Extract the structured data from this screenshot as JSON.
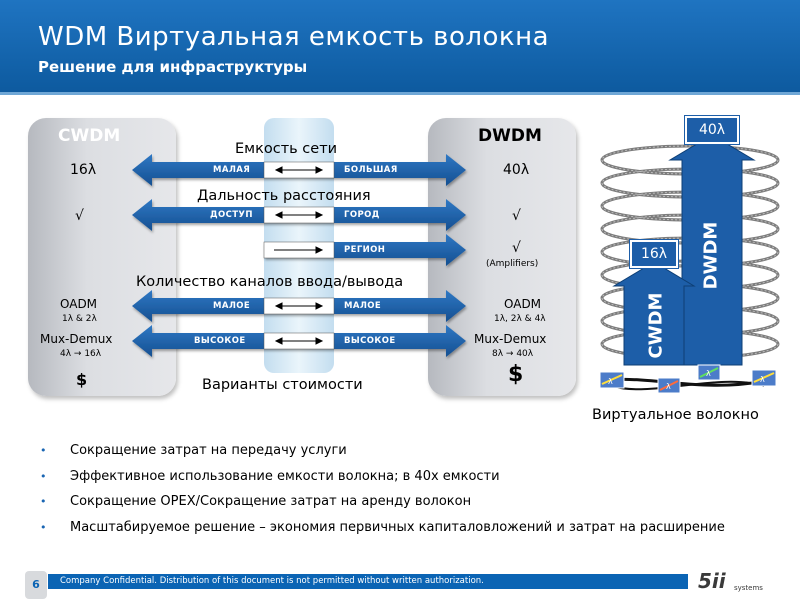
{
  "header": {
    "title": "WDM Виртуальная емкость волокна",
    "subtitle": "Решение для инфраструктуры"
  },
  "cwdm": {
    "title": "CWDM",
    "lambda": "16λ",
    "check": "√",
    "oadm": "OADM",
    "oadm_sub": "1λ & 2λ",
    "mux": "Mux-Demux",
    "mux_sub": "4λ → 16λ",
    "cost": "$"
  },
  "dwdm": {
    "title": "DWDM",
    "lambda": "40λ",
    "check1": "√",
    "check2": "√",
    "amp": "(Amplifiers)",
    "oadm": "OADM",
    "oadm_sub": "1λ, 2λ & 4λ",
    "mux": "Mux-Demux",
    "mux_sub": "8λ → 40λ",
    "cost": "$"
  },
  "center": {
    "capacity": "Емкость сети",
    "capacity_left": "МАЛАЯ",
    "capacity_right": "БОЛЬШАЯ",
    "distance": "Дальность расстояния",
    "distance_left": "ДОСТУП",
    "distance_right": "ГОРОД",
    "region": "РЕГИОН",
    "channels": "Количество каналов ввода/вывода",
    "ch1_left": "МАЛОЕ",
    "ch1_right": "МАЛОЕ",
    "ch2_left": "ВЫСОКОЕ",
    "ch2_right": "ВЫСОКОЕ",
    "cost": "Варианты стоимости"
  },
  "fiber": {
    "top_label": "40λ",
    "left_label": "16λ",
    "cwdm_word": "CWDM",
    "dwdm_word": "DWDM",
    "caption": "Виртуальное волокно",
    "prism_glyph": "λ"
  },
  "bullets": [
    "Сокращение затрат на передачу услуги",
    "Эффективное использование емкости волокна; в 40х емкости",
    "Сокращение OPEX/Сокращение затрат на аренду волокон",
    "Масштабируемое решение – экономия первичных капиталовложений и затрат на расширение"
  ],
  "footer": {
    "page": "6",
    "note": "Company Confidential. Distribution of this document is not permitted without written authorization.",
    "logo_text": "5ii",
    "logo_sub": "systems"
  },
  "colors": {
    "brand_blue": "#0b64b4",
    "arrow_blue": "#1d5ea8",
    "bullet_blue": "#1a66b3"
  }
}
